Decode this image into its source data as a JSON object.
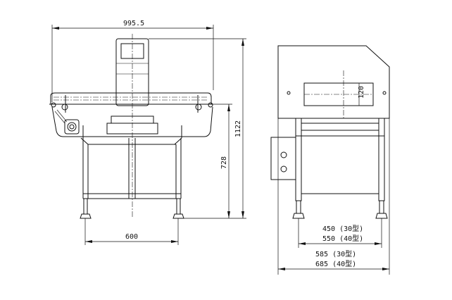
{
  "front_view": {
    "overall_width": "995.5",
    "overall_height": "1122",
    "conveyor_height": "728",
    "leg_spacing": "600"
  },
  "side_view": {
    "window_height": "120",
    "leg_spacing_30": "450 (30型)",
    "leg_spacing_40": "550 (40型)",
    "overall_depth_30": "585 (30型)",
    "overall_depth_40": "685 (40型)"
  }
}
